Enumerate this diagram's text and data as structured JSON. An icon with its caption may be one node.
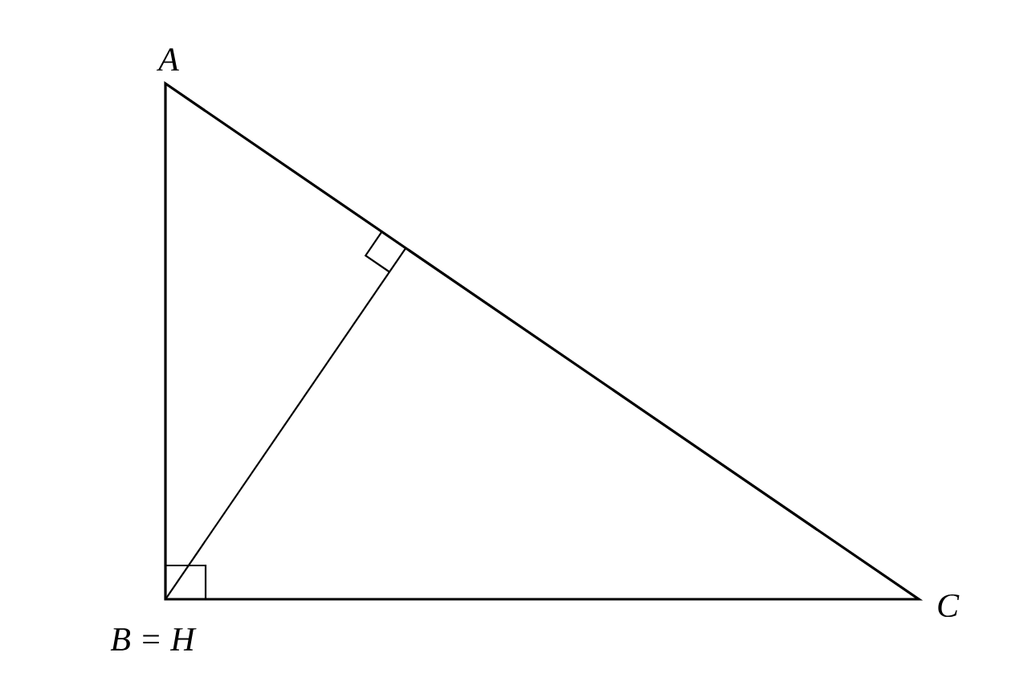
{
  "diagram": {
    "labels": [
      "A",
      "B = H",
      "C"
    ]
  }
}
